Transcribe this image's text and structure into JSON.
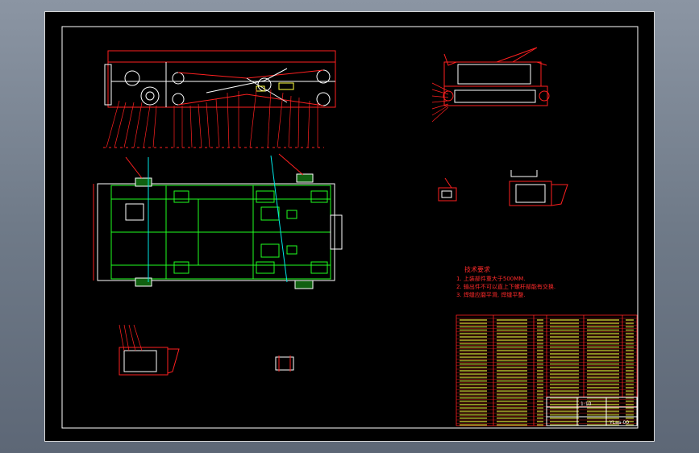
{
  "viewer": {
    "background": "#7b8593",
    "canvas_color": "#000000"
  },
  "colors": {
    "frame": "#ffffff",
    "outline": "#ff2020",
    "green": "#20ff20",
    "cyan": "#00e6e6",
    "yellow": "#ffff40",
    "magenta": "#ff40ff",
    "white": "#ffffff"
  },
  "notes": {
    "heading": "技术要求",
    "lines": [
      "1. 上装部件重大于500MM.",
      "2. 输出件不可以直上下螺杆部能有交换.",
      "3. 焊缝应磨平滑, 焊缝平整."
    ]
  },
  "title_block": {
    "scale": "1:10",
    "drawing_no": "YLaa-00"
  }
}
